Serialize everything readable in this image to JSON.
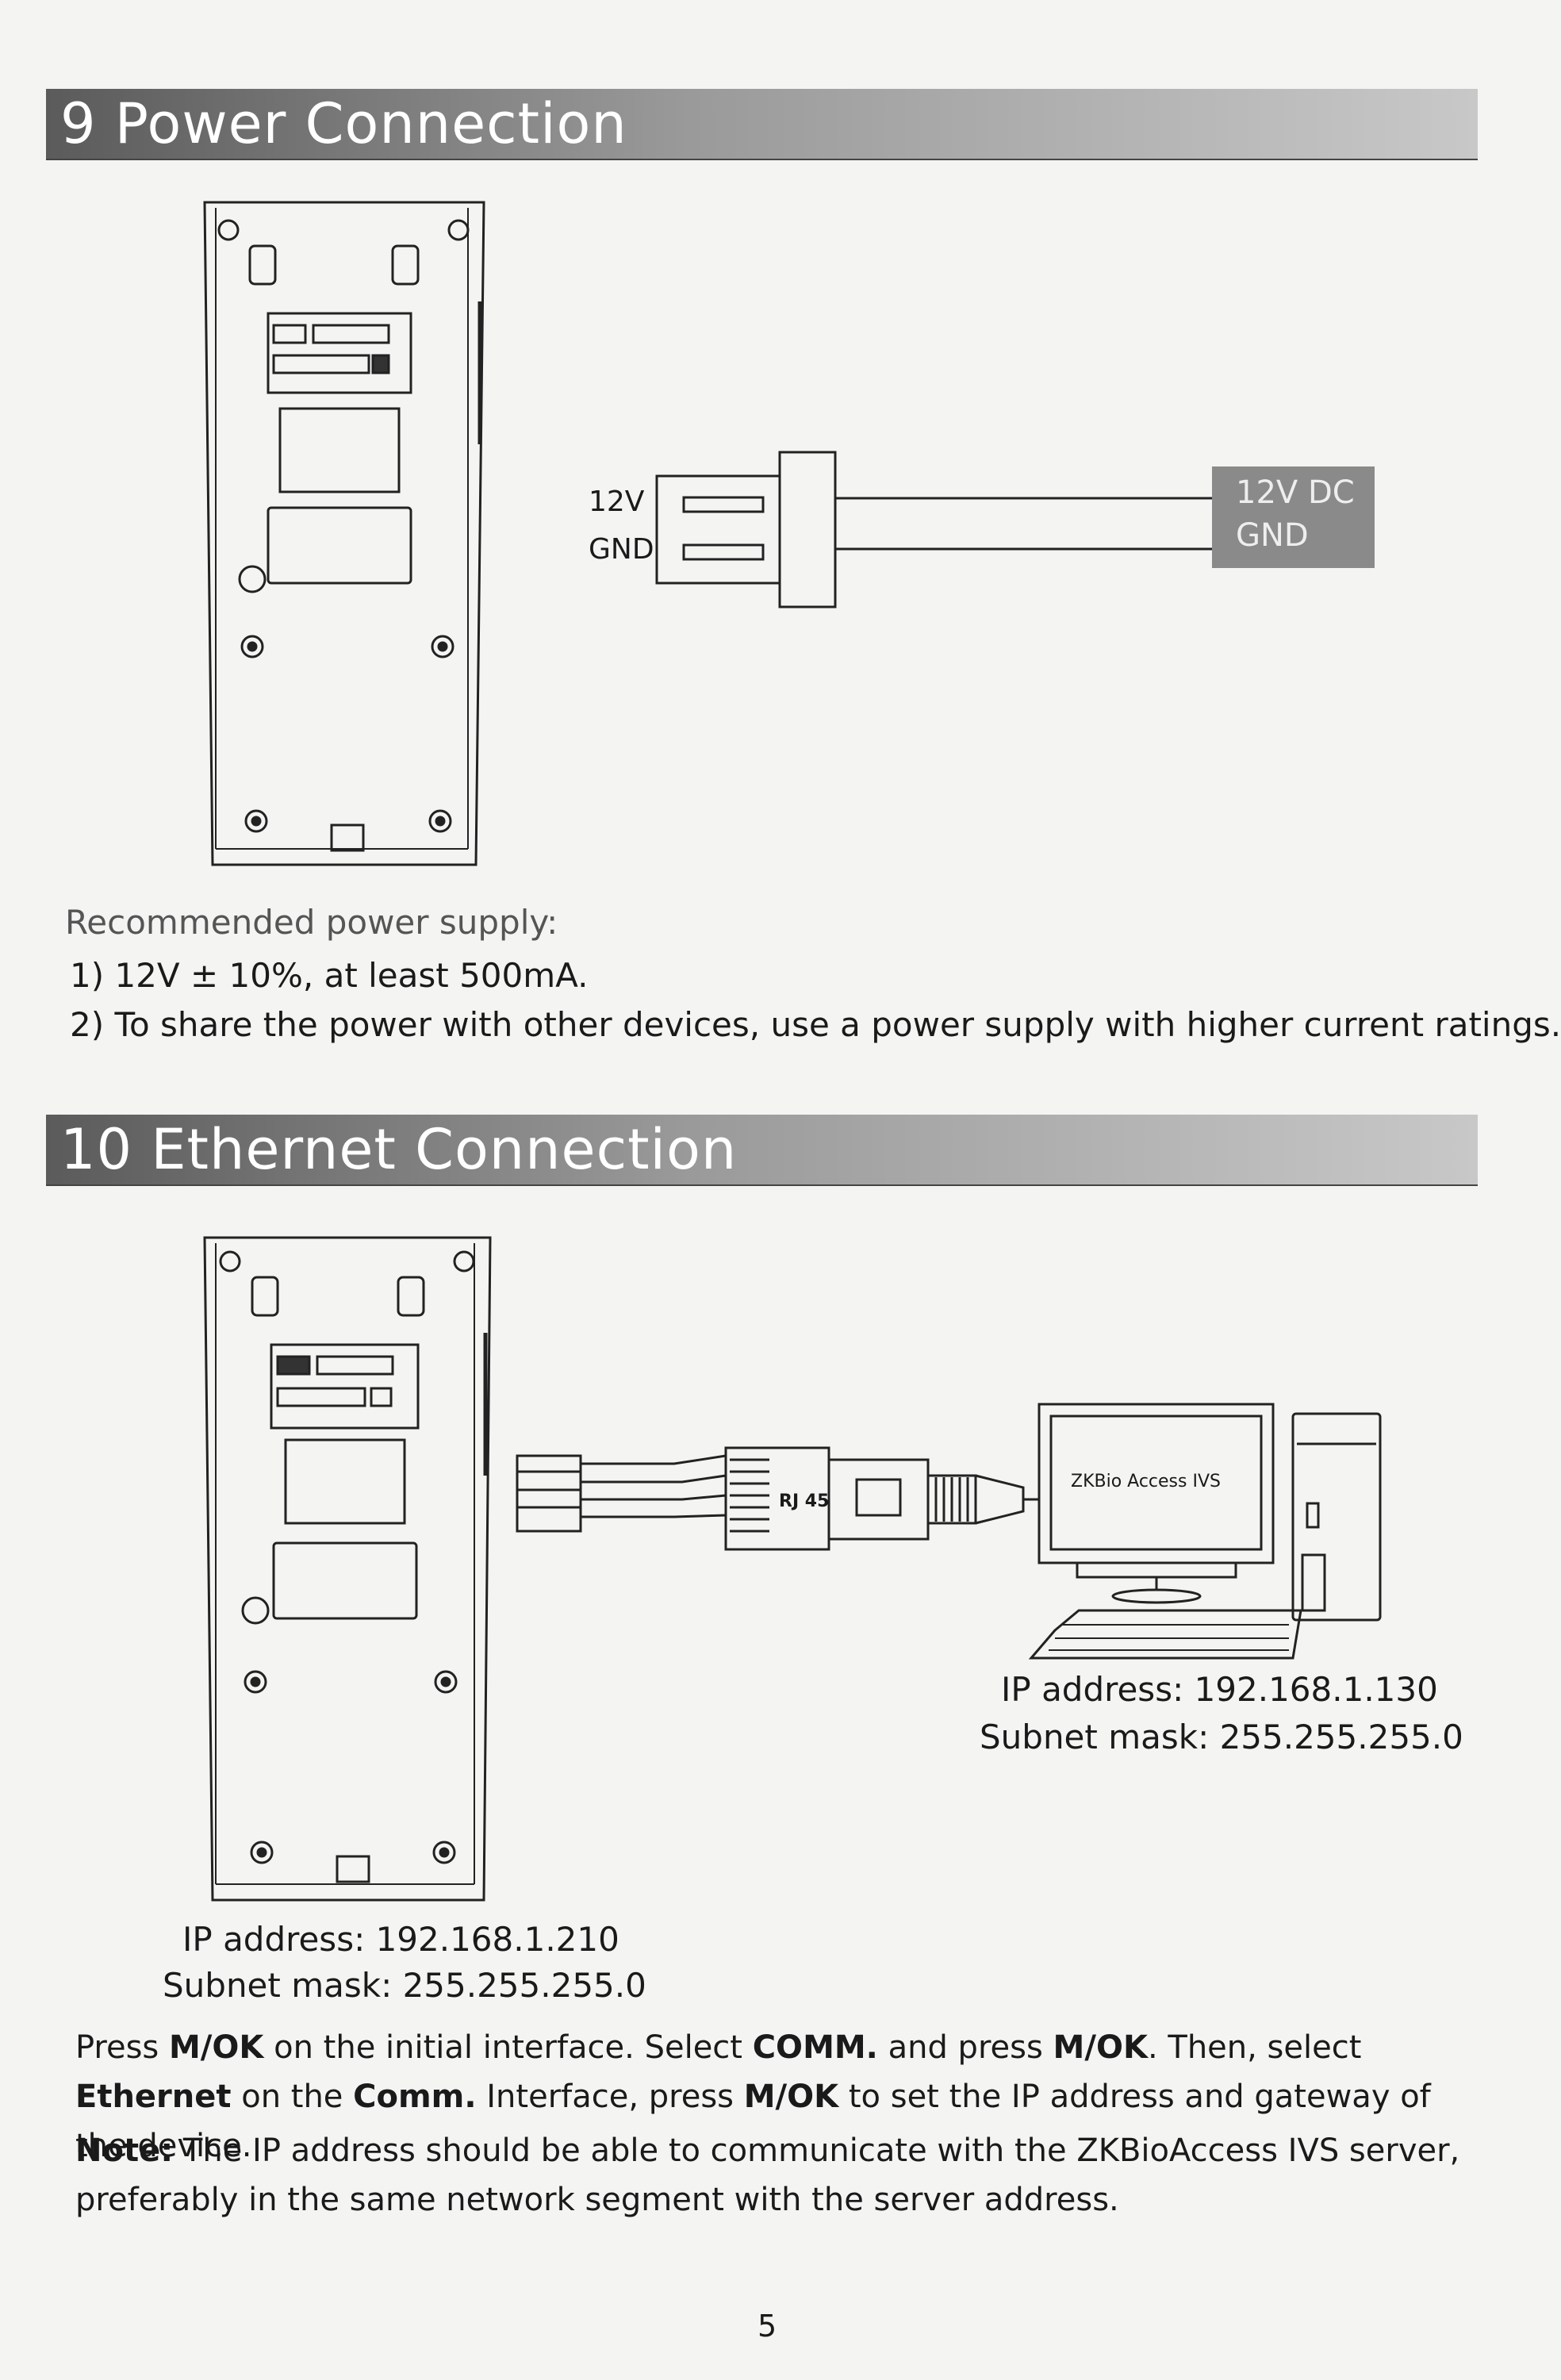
{
  "power_section": {
    "heading": "9 Power Connection",
    "connector_labels": [
      "12V",
      "GND"
    ],
    "supply_labels": [
      "12V DC",
      "GND"
    ],
    "recommend_title": "Recommended power supply:",
    "items": [
      "1)  12V ± 10%, at least 500mA.",
      "2)  To share the power with other devices, use a power supply with higher current ratings."
    ]
  },
  "ethernet_section": {
    "heading": "10 Ethernet Connection",
    "port_label": "RJ 45",
    "pc_screen_text": "ZKBio Access IVS",
    "pc_ip": "IP address: 192.168.1.130",
    "pc_mask": "Subnet mask: 255.255.255.0",
    "device_ip": "IP address: 192.168.1.210",
    "device_mask": "Subnet mask: 255.255.255.0",
    "instructions": {
      "p1_a": "Press ",
      "p1_b": "M/OK",
      "p1_c": " on the initial interface. Select ",
      "p1_d": "COMM.",
      "p1_e": " and press ",
      "p1_f": "M/OK",
      "p1_g": ". Then, select ",
      "p1_h": "Ethernet",
      "p1_i": " on the ",
      "p1_j": "Comm.",
      "p1_k": " Interface, press ",
      "p1_l": "M/OK",
      "p1_m": " to set the IP address and gateway of the device.",
      "note_label": "Note:",
      "note_text": " The IP address should be able to communicate with the ZKBioAccess IVS server, preferably in the same network segment with the server address."
    }
  },
  "page_number": "5"
}
